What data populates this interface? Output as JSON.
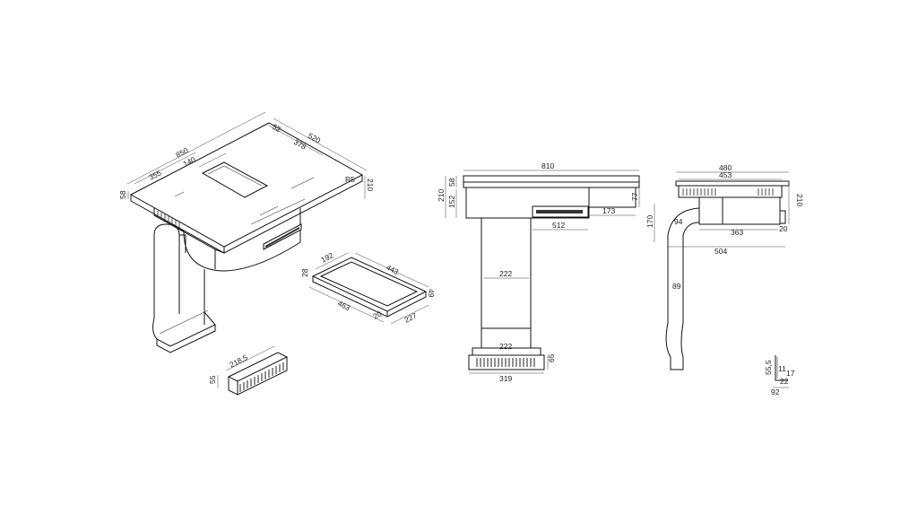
{
  "dims": {
    "iso_850": "850",
    "iso_520": "520",
    "iso_378": "378",
    "iso_140": "140",
    "iso_355": "355",
    "iso_58": "58",
    "iso_r5": "R5",
    "iso_210": "210",
    "iso_52": "52",
    "tray_192": "192",
    "tray_443": "443",
    "tray_28": "28",
    "tray_463": "463",
    "tray_49": "49",
    "tray_20": "20",
    "tray_227": "227",
    "grille_2185": "218,5",
    "grille_55": "55",
    "front_810": "810",
    "front_210": "210",
    "front_58": "58",
    "front_152": "152",
    "front_77": "77",
    "front_173": "173",
    "front_512": "512",
    "front_222a": "222",
    "front_222b": "222",
    "front_65": "65",
    "front_319": "319",
    "side_480": "480",
    "side_453": "453",
    "side_210": "210",
    "side_170": "170",
    "side_94": "94",
    "side_363": "363",
    "side_20": "20",
    "side_504": "504",
    "side_89": "89",
    "prof_555": "55,5",
    "prof_11": "11",
    "prof_17": "17",
    "prof_22": "22",
    "prof_92": "92"
  }
}
